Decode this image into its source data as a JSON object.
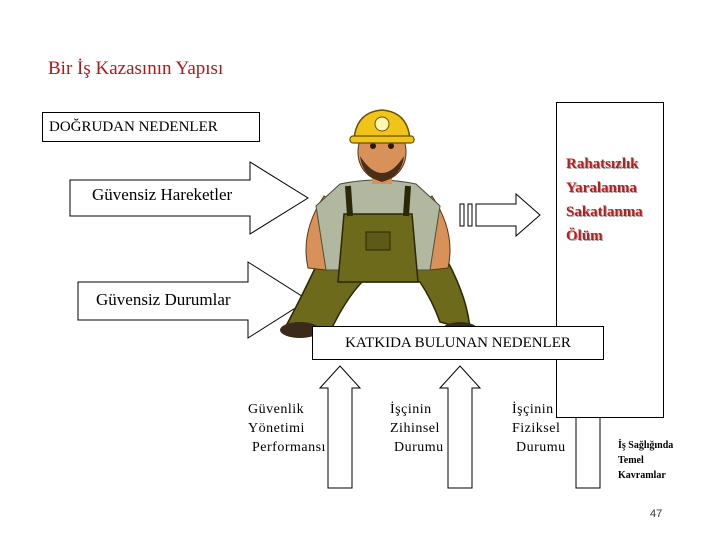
{
  "title": "Bir İş Kazasının Yapısı",
  "direct_causes_label": "DOĞRUDAN NEDENLER",
  "arrows": [
    {
      "label": "Güvensiz Hareketler"
    },
    {
      "label": "Güvensiz Durumlar"
    }
  ],
  "outcomes": [
    "Rahatsızlık",
    "Yaralanma",
    "Sakatlanma",
    "Ölüm"
  ],
  "contributing_label": "KATKIDA BULUNAN NEDENLER",
  "contributing_factors": [
    {
      "lines": [
        "Güvenlik",
        "Yönetimi",
        " Performansı"
      ]
    },
    {
      "lines": [
        "İşçinin",
        "Zihinsel",
        " Durumu"
      ]
    },
    {
      "lines": [
        "İşçinin",
        "Fiziksel",
        " Durumu"
      ]
    }
  ],
  "footer_note": [
    "İş Sağlığında",
    "Temel",
    "Kavramlar"
  ],
  "page_number": "47",
  "colors": {
    "title": "#b01818",
    "outcomes": "#c01b1b",
    "helmet": "#f0c418",
    "overalls": "#6e6a1c",
    "skin": "#d9915a",
    "shirt": "#b2b8a0"
  },
  "illustration": "worker-in-hard-hat"
}
